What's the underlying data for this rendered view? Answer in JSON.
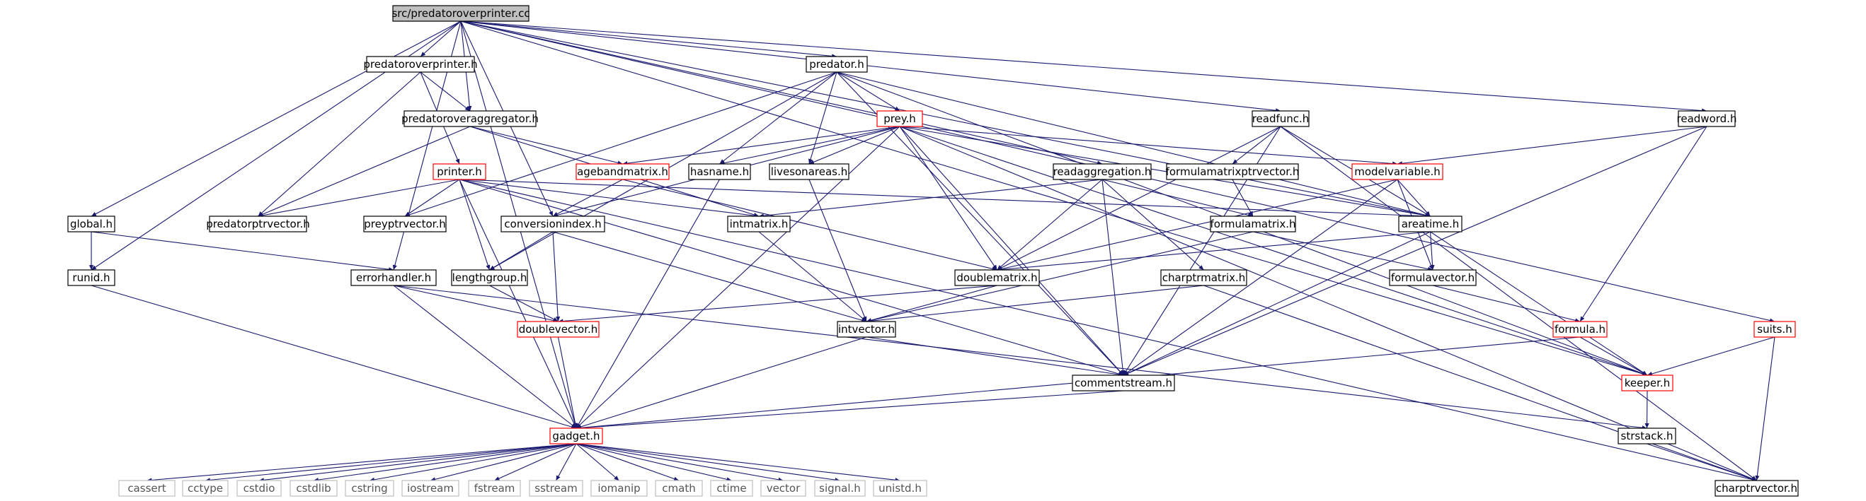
{
  "colors": {
    "edge": "#191970",
    "border_normal": "#000000",
    "border_truncated": "#ff0000",
    "border_external": "#bfbfbf",
    "root_fill": "#bfbfbf"
  },
  "nodes": [
    {
      "id": "root",
      "label": "src/predatoroverprinter.cc",
      "kind": "root"
    },
    {
      "id": "predatoroverprinter_h",
      "label": "predatoroverprinter.h",
      "kind": "normal"
    },
    {
      "id": "predator_h",
      "label": "predator.h",
      "kind": "normal"
    },
    {
      "id": "global_h",
      "label": "global.h",
      "kind": "normal"
    },
    {
      "id": "readfunc_h",
      "label": "readfunc.h",
      "kind": "normal"
    },
    {
      "id": "readword_h",
      "label": "readword.h",
      "kind": "normal"
    },
    {
      "id": "predatoroveraggregator_h",
      "label": "predatoroveraggregator.h",
      "kind": "normal"
    },
    {
      "id": "prey_h",
      "label": "prey.h",
      "kind": "truncated"
    },
    {
      "id": "printer_h",
      "label": "printer.h",
      "kind": "truncated"
    },
    {
      "id": "agebandmatrix_h",
      "label": "agebandmatrix.h",
      "kind": "truncated"
    },
    {
      "id": "hasname_h",
      "label": "hasname.h",
      "kind": "normal"
    },
    {
      "id": "livesonareas_h",
      "label": "livesonareas.h",
      "kind": "normal"
    },
    {
      "id": "readaggregation_h",
      "label": "readaggregation.h",
      "kind": "normal"
    },
    {
      "id": "formulamatrixptrvector_h",
      "label": "formulamatrixptrvector.h",
      "kind": "normal"
    },
    {
      "id": "modelvariable_h",
      "label": "modelvariable.h",
      "kind": "truncated"
    },
    {
      "id": "predatorptrvector_h",
      "label": "predatorptrvector.h",
      "kind": "normal"
    },
    {
      "id": "preyptrvector_h",
      "label": "preyptrvector.h",
      "kind": "normal"
    },
    {
      "id": "conversionindex_h",
      "label": "conversionindex.h",
      "kind": "normal"
    },
    {
      "id": "intmatrix_h",
      "label": "intmatrix.h",
      "kind": "normal"
    },
    {
      "id": "formulamatrix_h",
      "label": "formulamatrix.h",
      "kind": "normal"
    },
    {
      "id": "areatime_h",
      "label": "areatime.h",
      "kind": "normal"
    },
    {
      "id": "runid_h",
      "label": "runid.h",
      "kind": "normal"
    },
    {
      "id": "errorhandler_h",
      "label": "errorhandler.h",
      "kind": "normal"
    },
    {
      "id": "lengthgroup_h",
      "label": "lengthgroup.h",
      "kind": "normal"
    },
    {
      "id": "doublematrix_h",
      "label": "doublematrix.h",
      "kind": "normal"
    },
    {
      "id": "charptrmatrix_h",
      "label": "charptrmatrix.h",
      "kind": "normal"
    },
    {
      "id": "formulavector_h",
      "label": "formulavector.h",
      "kind": "normal"
    },
    {
      "id": "doublevector_h",
      "label": "doublevector.h",
      "kind": "truncated"
    },
    {
      "id": "intvector_h",
      "label": "intvector.h",
      "kind": "normal"
    },
    {
      "id": "formula_h",
      "label": "formula.h",
      "kind": "truncated"
    },
    {
      "id": "suits_h",
      "label": "suits.h",
      "kind": "truncated"
    },
    {
      "id": "commentstream_h",
      "label": "commentstream.h",
      "kind": "normal"
    },
    {
      "id": "keeper_h",
      "label": "keeper.h",
      "kind": "truncated"
    },
    {
      "id": "gadget_h",
      "label": "gadget.h",
      "kind": "truncated"
    },
    {
      "id": "strstack_h",
      "label": "strstack.h",
      "kind": "normal"
    },
    {
      "id": "cassert",
      "label": "cassert",
      "kind": "external"
    },
    {
      "id": "cctype",
      "label": "cctype",
      "kind": "external"
    },
    {
      "id": "cstdio",
      "label": "cstdio",
      "kind": "external"
    },
    {
      "id": "cstdlib",
      "label": "cstdlib",
      "kind": "external"
    },
    {
      "id": "cstring",
      "label": "cstring",
      "kind": "external"
    },
    {
      "id": "iostream",
      "label": "iostream",
      "kind": "external"
    },
    {
      "id": "fstream",
      "label": "fstream",
      "kind": "external"
    },
    {
      "id": "sstream",
      "label": "sstream",
      "kind": "external"
    },
    {
      "id": "iomanip",
      "label": "iomanip",
      "kind": "external"
    },
    {
      "id": "cmath",
      "label": "cmath",
      "kind": "external"
    },
    {
      "id": "ctime",
      "label": "ctime",
      "kind": "external"
    },
    {
      "id": "vector",
      "label": "vector",
      "kind": "external"
    },
    {
      "id": "signal_h",
      "label": "signal.h",
      "kind": "external"
    },
    {
      "id": "unistd_h",
      "label": "unistd.h",
      "kind": "external"
    },
    {
      "id": "charptrvector_h",
      "label": "charptrvector.h",
      "kind": "normal"
    }
  ],
  "edges": [
    [
      "root",
      "predatoroverprinter_h"
    ],
    [
      "root",
      "predator_h"
    ],
    [
      "root",
      "global_h"
    ],
    [
      "root",
      "readfunc_h"
    ],
    [
      "root",
      "readword_h"
    ],
    [
      "root",
      "predatoroveraggregator_h"
    ],
    [
      "root",
      "runid_h"
    ],
    [
      "root",
      "errorhandler_h"
    ],
    [
      "root",
      "gadget_h"
    ],
    [
      "root",
      "conversionindex_h"
    ],
    [
      "root",
      "readaggregation_h"
    ],
    [
      "root",
      "areatime_h"
    ],
    [
      "root",
      "keeper_h"
    ],
    [
      "root",
      "suits_h"
    ],
    [
      "predatoroverprinter_h",
      "predatoroveraggregator_h"
    ],
    [
      "predatoroverprinter_h",
      "printer_h"
    ],
    [
      "predatoroverprinter_h",
      "predatorptrvector_h"
    ],
    [
      "predatoroveraggregator_h",
      "agebandmatrix_h"
    ],
    [
      "predatoroveraggregator_h",
      "predatorptrvector_h"
    ],
    [
      "predatoroveraggregator_h",
      "intmatrix_h"
    ],
    [
      "predator_h",
      "prey_h"
    ],
    [
      "predator_h",
      "hasname_h"
    ],
    [
      "predator_h",
      "livesonareas_h"
    ],
    [
      "predator_h",
      "preyptrvector_h"
    ],
    [
      "predator_h",
      "lengthgroup_h"
    ],
    [
      "predator_h",
      "commentstream_h"
    ],
    [
      "predator_h",
      "areatime_h"
    ],
    [
      "predator_h",
      "keeper_h"
    ],
    [
      "prey_h",
      "agebandmatrix_h"
    ],
    [
      "prey_h",
      "hasname_h"
    ],
    [
      "prey_h",
      "livesonareas_h"
    ],
    [
      "prey_h",
      "conversionindex_h"
    ],
    [
      "prey_h",
      "doublematrix_h"
    ],
    [
      "prey_h",
      "commentstream_h"
    ],
    [
      "prey_h",
      "gadget_h"
    ],
    [
      "prey_h",
      "modelvariable_h"
    ],
    [
      "prey_h",
      "areatime_h"
    ],
    [
      "prey_h",
      "keeper_h"
    ],
    [
      "prey_h",
      "charptrvector_h"
    ],
    [
      "printer_h",
      "predatorptrvector_h"
    ],
    [
      "printer_h",
      "preyptrvector_h"
    ],
    [
      "printer_h",
      "lengthgroup_h"
    ],
    [
      "printer_h",
      "intmatrix_h"
    ],
    [
      "printer_h",
      "areatime_h"
    ],
    [
      "printer_h",
      "commentstream_h"
    ],
    [
      "printer_h",
      "gadget_h"
    ],
    [
      "printer_h",
      "charptrvector_h"
    ],
    [
      "agebandmatrix_h",
      "conversionindex_h"
    ],
    [
      "agebandmatrix_h",
      "doublematrix_h"
    ],
    [
      "hasname_h",
      "gadget_h"
    ],
    [
      "livesonareas_h",
      "intvector_h"
    ],
    [
      "readfunc_h",
      "formulamatrixptrvector_h"
    ],
    [
      "readfunc_h",
      "doublematrix_h"
    ],
    [
      "readfunc_h",
      "commentstream_h"
    ],
    [
      "readfunc_h",
      "areatime_h"
    ],
    [
      "readfunc_h",
      "charptrvector_h"
    ],
    [
      "readword_h",
      "modelvariable_h"
    ],
    [
      "readword_h",
      "formula_h"
    ],
    [
      "readword_h",
      "commentstream_h"
    ],
    [
      "readaggregation_h",
      "intmatrix_h"
    ],
    [
      "readaggregation_h",
      "doublematrix_h"
    ],
    [
      "readaggregation_h",
      "formulamatrix_h"
    ],
    [
      "readaggregation_h",
      "charptrmatrix_h"
    ],
    [
      "readaggregation_h",
      "commentstream_h"
    ],
    [
      "formulamatrixptrvector_h",
      "formulamatrix_h"
    ],
    [
      "modelvariable_h",
      "areatime_h"
    ],
    [
      "modelvariable_h",
      "formulavector_h"
    ],
    [
      "modelvariable_h",
      "commentstream_h"
    ],
    [
      "modelvariable_h",
      "doublematrix_h"
    ],
    [
      "conversionindex_h",
      "lengthgroup_h"
    ],
    [
      "conversionindex_h",
      "doublevector_h"
    ],
    [
      "conversionindex_h",
      "intvector_h"
    ],
    [
      "intmatrix_h",
      "intvector_h"
    ],
    [
      "formulamatrix_h",
      "formulavector_h"
    ],
    [
      "formulamatrix_h",
      "intvector_h"
    ],
    [
      "areatime_h",
      "doublematrix_h"
    ],
    [
      "areatime_h",
      "formulavector_h"
    ],
    [
      "areatime_h",
      "keeper_h"
    ],
    [
      "areatime_h",
      "commentstream_h"
    ],
    [
      "global_h",
      "runid_h"
    ],
    [
      "global_h",
      "errorhandler_h"
    ],
    [
      "runid_h",
      "gadget_h"
    ],
    [
      "errorhandler_h",
      "doublevector_h"
    ],
    [
      "errorhandler_h",
      "gadget_h"
    ],
    [
      "errorhandler_h",
      "strstack_h"
    ],
    [
      "lengthgroup_h",
      "doublevector_h"
    ],
    [
      "doublematrix_h",
      "doublevector_h"
    ],
    [
      "doublematrix_h",
      "intvector_h"
    ],
    [
      "charptrmatrix_h",
      "intvector_h"
    ],
    [
      "charptrmatrix_h",
      "charptrvector_h"
    ],
    [
      "formulavector_h",
      "formula_h"
    ],
    [
      "doublevector_h",
      "gadget_h"
    ],
    [
      "intvector_h",
      "commentstream_h"
    ],
    [
      "intvector_h",
      "gadget_h"
    ],
    [
      "formula_h",
      "keeper_h"
    ],
    [
      "formula_h",
      "gadget_h"
    ],
    [
      "suits_h",
      "keeper_h"
    ],
    [
      "suits_h",
      "charptrvector_h"
    ],
    [
      "commentstream_h",
      "gadget_h"
    ],
    [
      "keeper_h",
      "strstack_h"
    ],
    [
      "strstack_h",
      "charptrvector_h"
    ],
    [
      "gadget_h",
      "cassert"
    ],
    [
      "gadget_h",
      "cctype"
    ],
    [
      "gadget_h",
      "cstdio"
    ],
    [
      "gadget_h",
      "cstdlib"
    ],
    [
      "gadget_h",
      "cstring"
    ],
    [
      "gadget_h",
      "iostream"
    ],
    [
      "gadget_h",
      "fstream"
    ],
    [
      "gadget_h",
      "sstream"
    ],
    [
      "gadget_h",
      "iomanip"
    ],
    [
      "gadget_h",
      "cmath"
    ],
    [
      "gadget_h",
      "ctime"
    ],
    [
      "gadget_h",
      "vector"
    ],
    [
      "gadget_h",
      "signal_h"
    ],
    [
      "gadget_h",
      "unistd_h"
    ]
  ]
}
